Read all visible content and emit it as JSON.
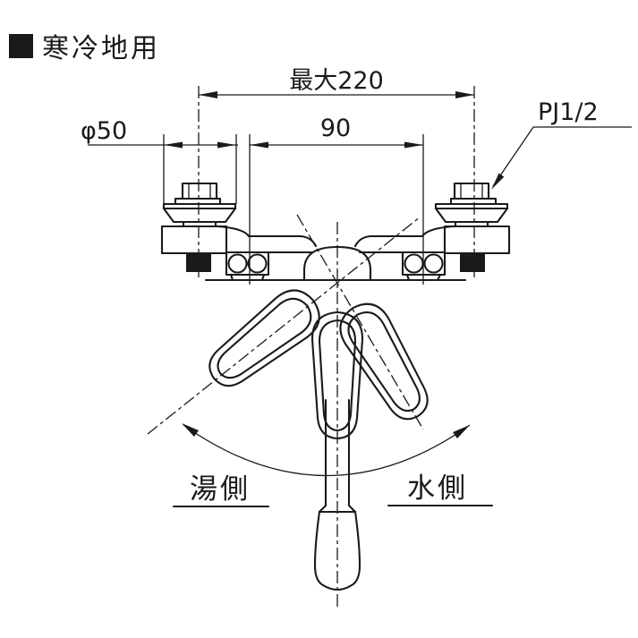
{
  "header": {
    "title": "寒冷地用"
  },
  "dimensions": {
    "max_width": "最大220",
    "flange_diameter": "φ50",
    "center_spacing": "90",
    "connection_thread": "PJ1/2"
  },
  "labels": {
    "hot_side": "湯側",
    "cold_side": "水側"
  },
  "colors": {
    "line": "#1a1a1a",
    "background": "#ffffff"
  }
}
